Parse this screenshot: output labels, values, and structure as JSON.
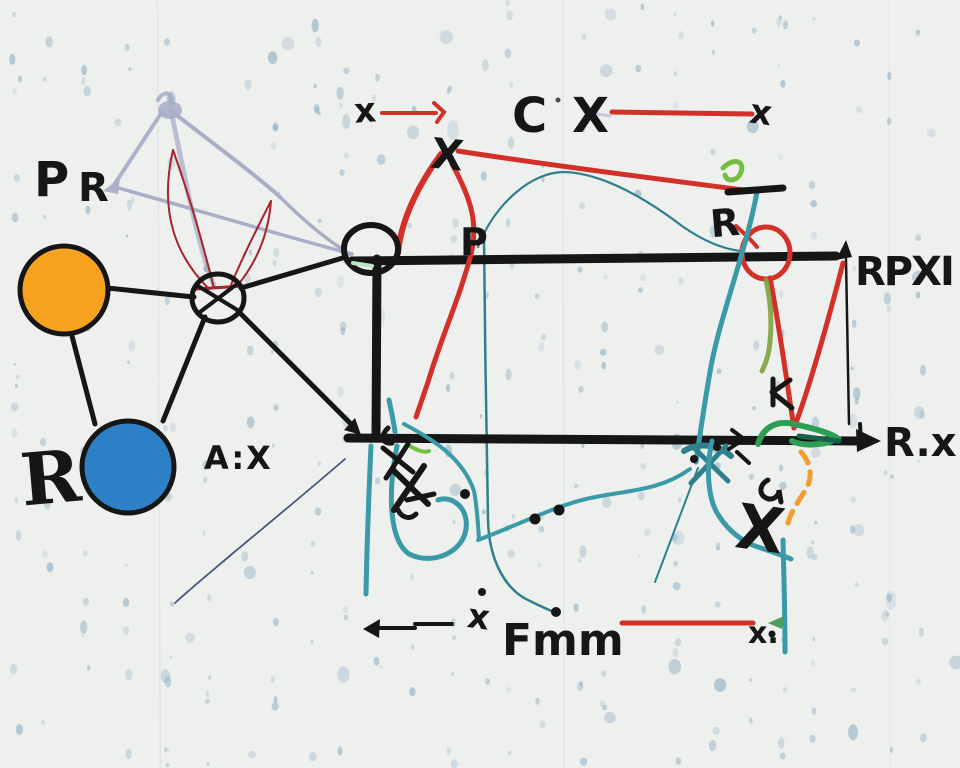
{
  "title": "Hand-drawn network and rectangle sketch on dotted paper",
  "palette": {
    "bg": "#eef0ee",
    "ink": "#161616",
    "red": "#d3302a",
    "dark_red": "#a8232e",
    "teal": "#3a9aa8",
    "dark_teal": "#2f7f8d",
    "green": "#72bf44",
    "dark_green": "#2f9e55",
    "olive": "#7da33c",
    "orange_stroke": "#f29d2e",
    "orange_fill": "#f6a21f",
    "blue_fill": "#2e80c6",
    "lavender": "#a9aec7",
    "dot": "#8fb0c4",
    "slate": "#44597a"
  },
  "labels": {
    "p_top": "P",
    "r_top": "R",
    "x_arrow_left": "x",
    "cx_title": "C X",
    "x_arrow_right": "x",
    "x_apex": "X",
    "p_mid": "P",
    "r_mid": "R",
    "rpxi": "RPXI",
    "r_dot_x": "R.x",
    "a_colon_x": "A:X",
    "r_bold": "R",
    "fmm": "Fmm",
    "x_small_bottom": "x",
    "x_dot_bottom": "x.",
    "x_big_bottom": "X"
  },
  "nodes": {
    "orange_node_color": "#f6a21f",
    "blue_node_color": "#2e80c6"
  }
}
